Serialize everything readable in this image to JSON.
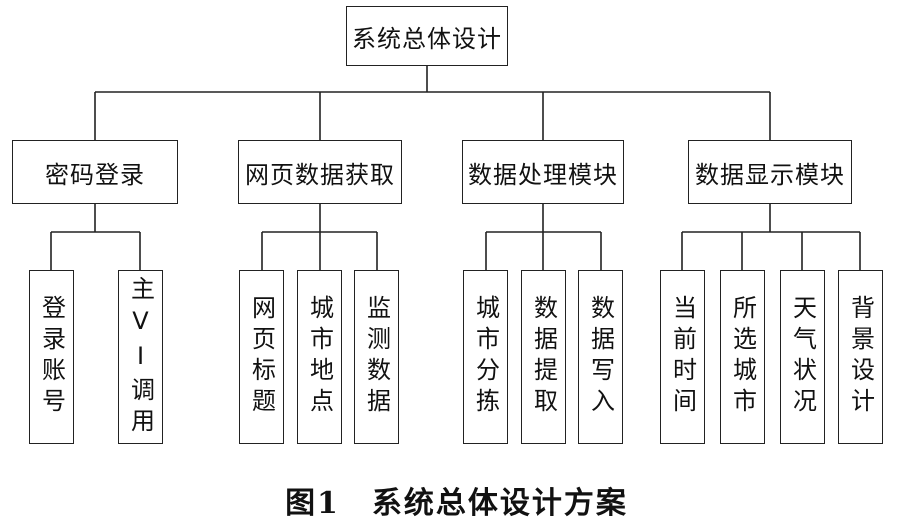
{
  "root": {
    "label": "系统总体设计"
  },
  "modules": [
    {
      "label": "密码登录",
      "children": [
        "登录账号",
        "主VI调用"
      ]
    },
    {
      "label": "网页数据获取",
      "children": [
        "网页标题",
        "城市地点",
        "监测数据"
      ]
    },
    {
      "label": "数据处理模块",
      "children": [
        "城市分拣",
        "数据提取",
        "数据写入"
      ]
    },
    {
      "label": "数据显示模块",
      "children": [
        "当前时间",
        "所选城市",
        "天气状况",
        "背景设计"
      ]
    }
  ],
  "caption": "图1　系统总体设计方案"
}
